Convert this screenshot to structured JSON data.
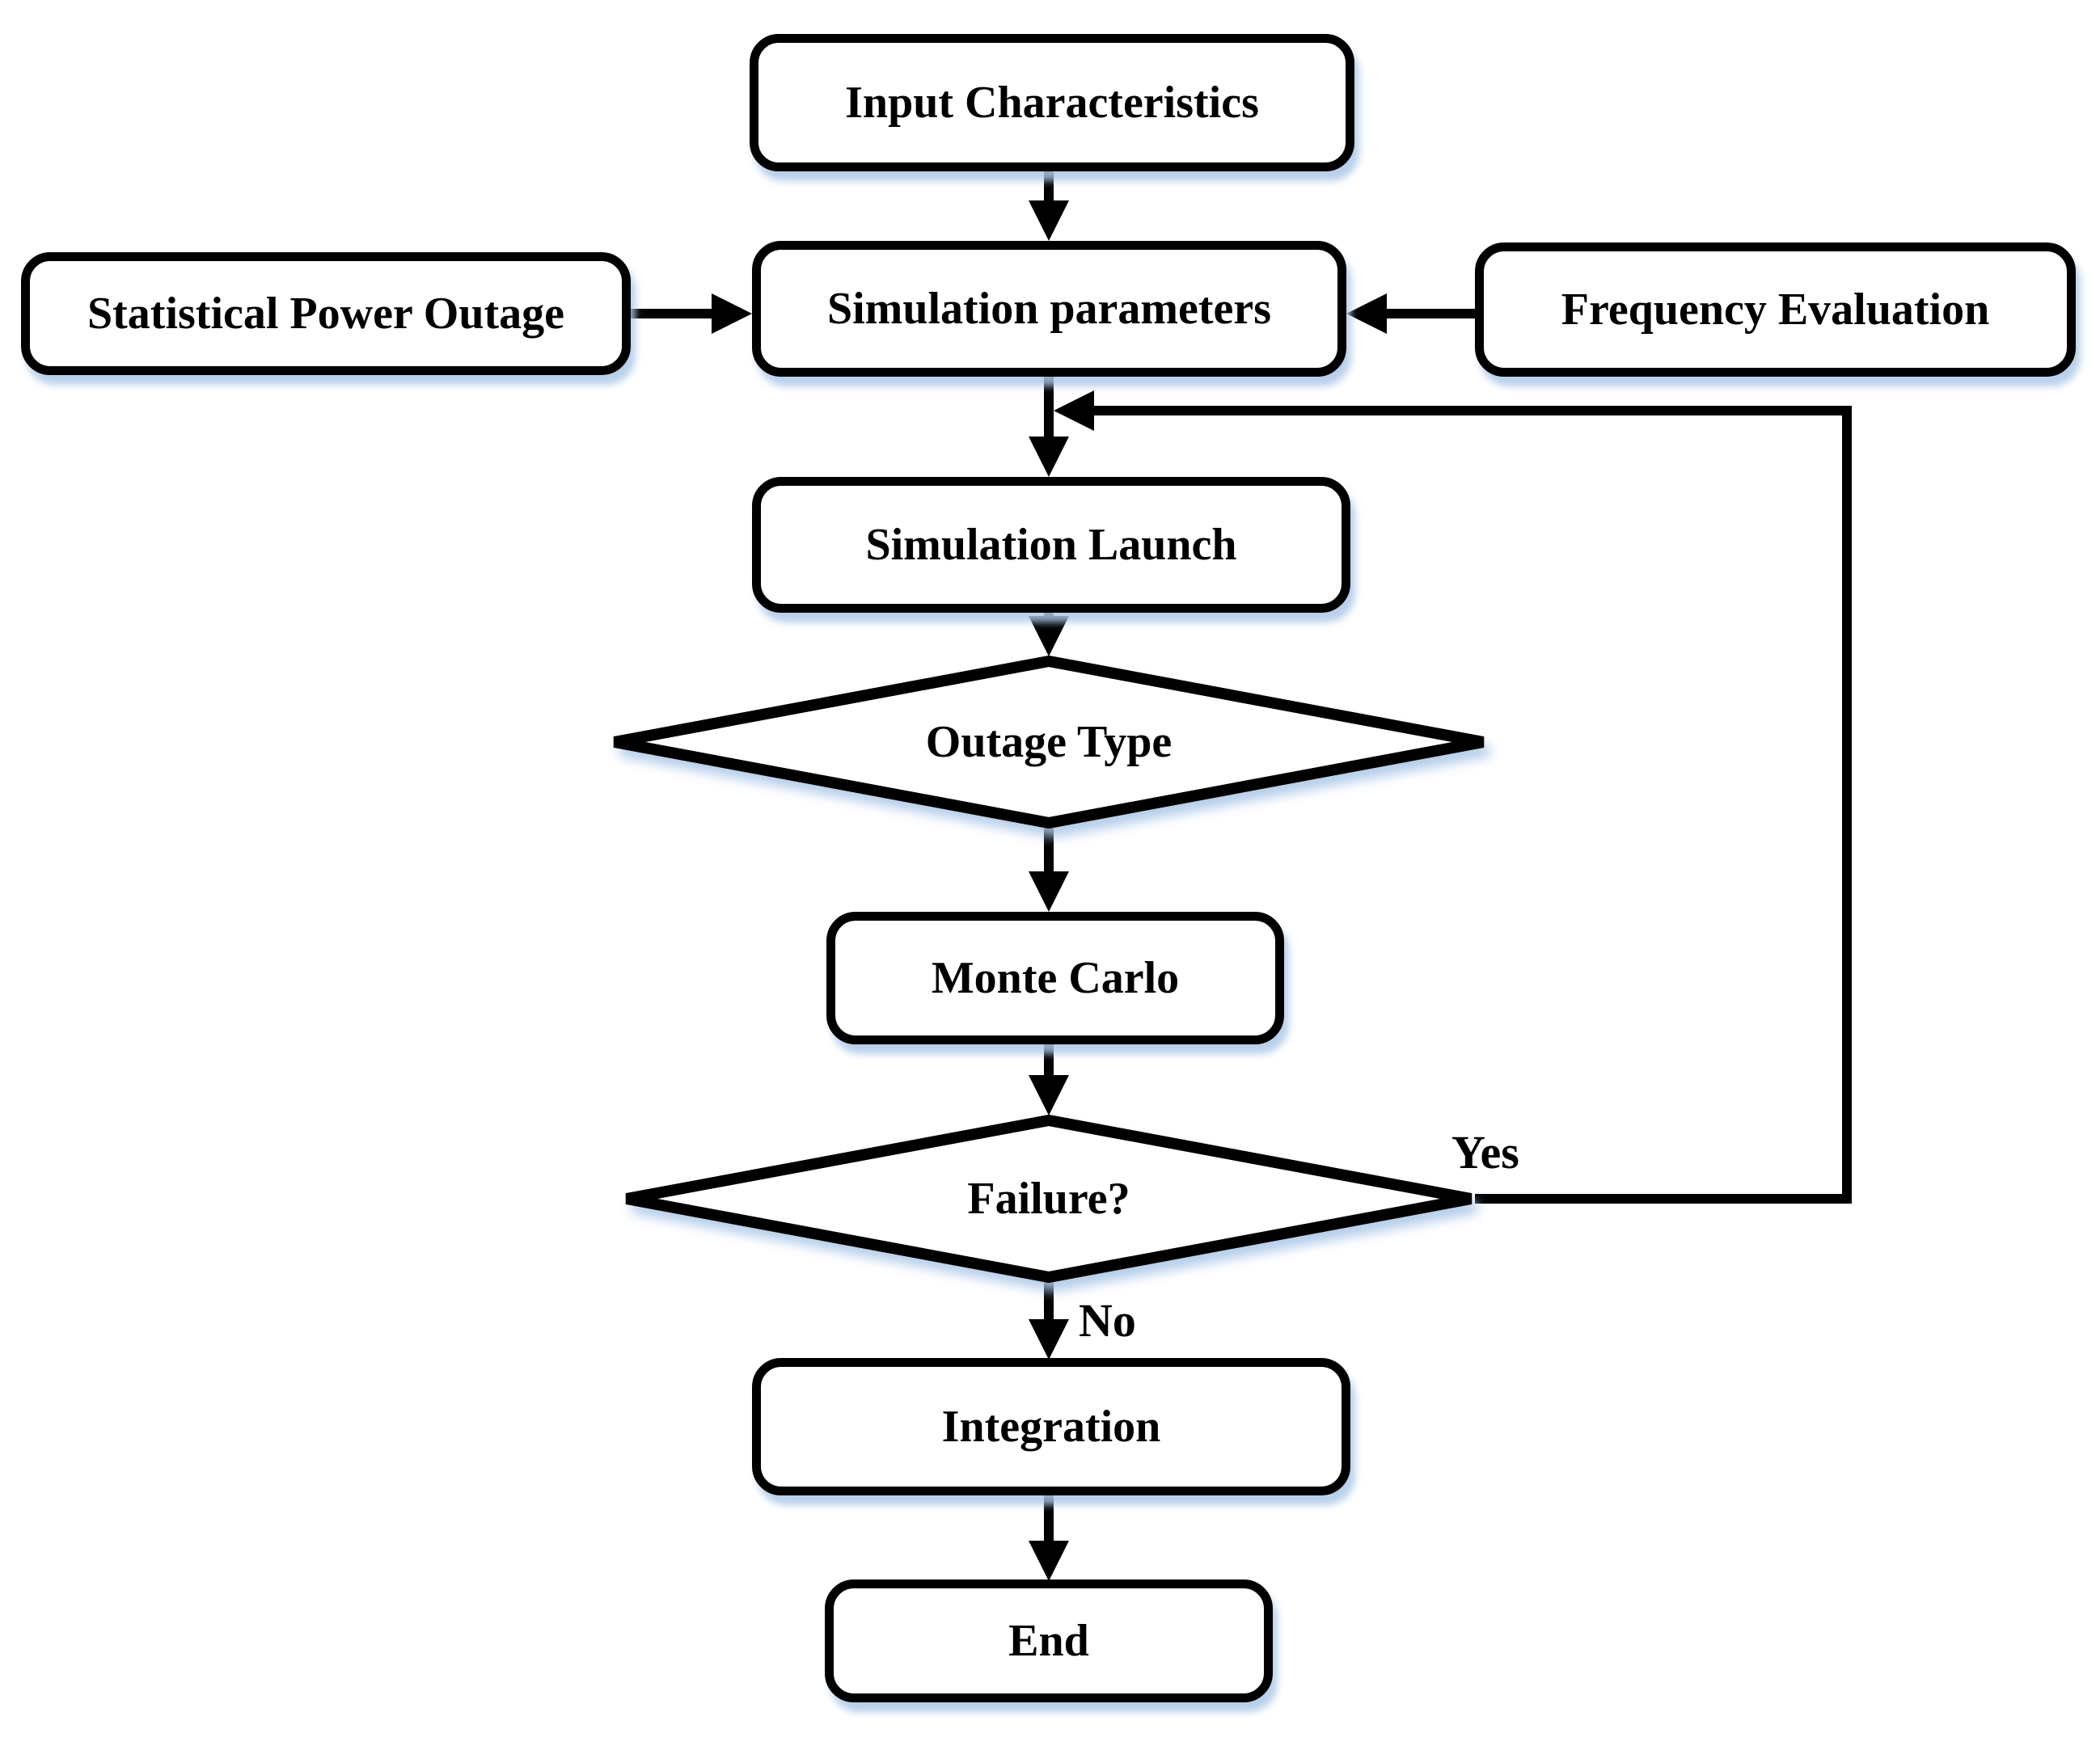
{
  "diagram": {
    "type": "flowchart",
    "title": "Monte Carlo simulation flowchart",
    "colors": {
      "stroke": "#000000",
      "node_fill": "#ffffff",
      "shadow": "#adc8e8",
      "background": "#ffffff"
    },
    "nodes": {
      "input_characteristics": {
        "label": "Input Characteristics",
        "shape": "rounded-rect"
      },
      "statistical_power_outage": {
        "label": "Statistical Power Outage",
        "shape": "rounded-rect"
      },
      "simulation_parameters": {
        "label": "Simulation parameters",
        "shape": "rounded-rect"
      },
      "frequency_evaluation": {
        "label": "Frequency Evaluation",
        "shape": "rounded-rect"
      },
      "simulation_launch": {
        "label": "Simulation Launch",
        "shape": "rounded-rect"
      },
      "outage_type": {
        "label": "Outage Type",
        "shape": "diamond"
      },
      "monte_carlo": {
        "label": "Monte Carlo",
        "shape": "rounded-rect"
      },
      "failure": {
        "label": "Failure?",
        "shape": "diamond"
      },
      "integration": {
        "label": "Integration",
        "shape": "rounded-rect"
      },
      "end": {
        "label": "End",
        "shape": "rounded-rect"
      }
    },
    "edge_labels": {
      "yes": "Yes",
      "no": "No"
    },
    "edges": [
      {
        "from": "input_characteristics",
        "to": "simulation_parameters"
      },
      {
        "from": "statistical_power_outage",
        "to": "simulation_parameters"
      },
      {
        "from": "frequency_evaluation",
        "to": "simulation_parameters"
      },
      {
        "from": "simulation_parameters",
        "to": "simulation_launch"
      },
      {
        "from": "simulation_launch",
        "to": "outage_type"
      },
      {
        "from": "outage_type",
        "to": "monte_carlo"
      },
      {
        "from": "monte_carlo",
        "to": "failure"
      },
      {
        "from": "failure",
        "label": "Yes",
        "to": "simulation_launch",
        "via": "right-side-feedback-loop"
      },
      {
        "from": "failure",
        "label": "No",
        "to": "integration"
      },
      {
        "from": "integration",
        "to": "end"
      }
    ]
  }
}
